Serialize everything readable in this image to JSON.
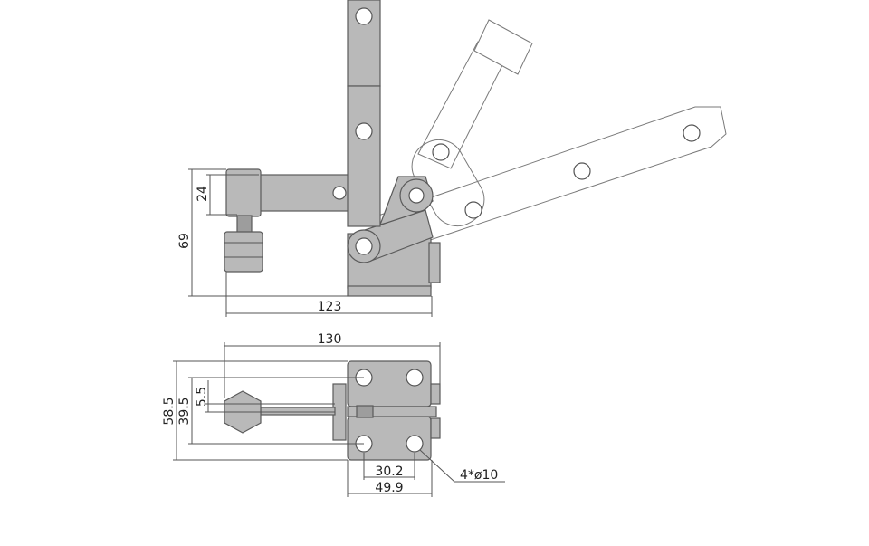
{
  "dimensions": {
    "side_height_total": "69",
    "side_height_arm": "24",
    "side_length": "123",
    "top_length": "130",
    "top_width_total": "58.5",
    "top_width_inner": "39.5",
    "top_offset": "5.5",
    "hole_spacing": "30.2",
    "base_width": "49.9",
    "holes_callout": "4*ø10"
  }
}
